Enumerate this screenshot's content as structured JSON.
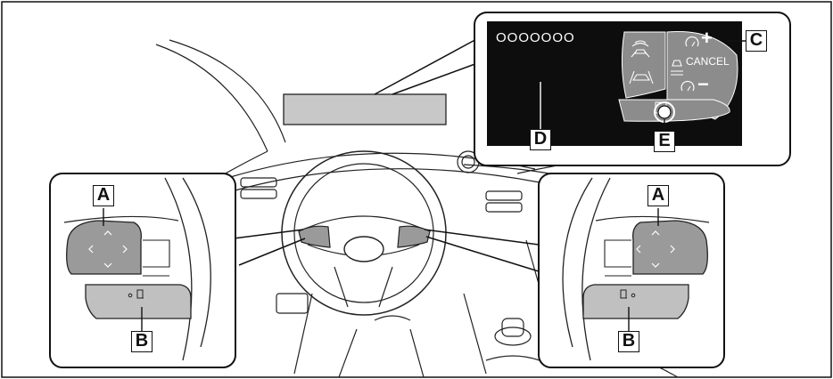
{
  "callouts": {
    "a_left": "A",
    "a_right": "A",
    "b_left": "B",
    "b_right": "B",
    "c": "C",
    "d": "D",
    "e": "E"
  },
  "display": {
    "placeholder_text": "OOOOOOO",
    "cancel_label": "CANCEL",
    "plus_symbol": "+",
    "minus_symbol": "−"
  },
  "icons": [
    "lane-assist-icon",
    "following-distance-icon",
    "speed-up-icon",
    "speed-down-icon",
    "vehicle-distance-icon",
    "phone-icon",
    "directional-pad-icon"
  ],
  "colors": {
    "line": "#111111",
    "display_bg": "#0d0d0d",
    "button_gray": "#8c8c8c",
    "panel_gray": "#c8c8c8"
  }
}
